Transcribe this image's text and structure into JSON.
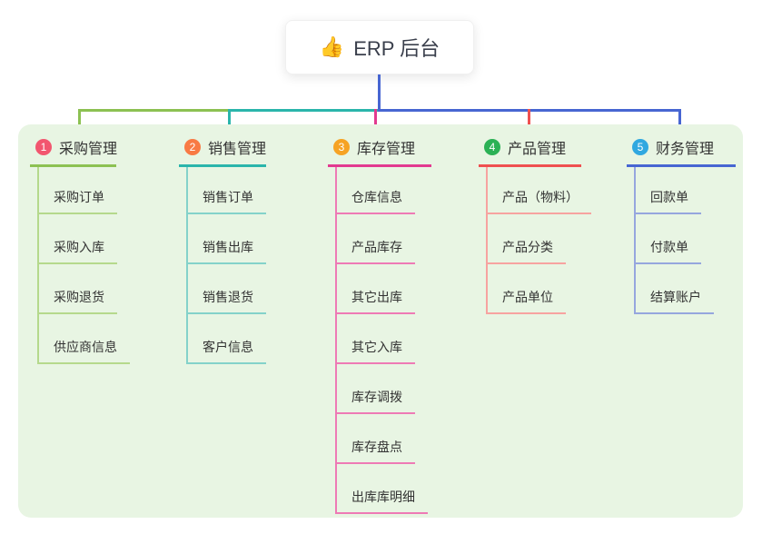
{
  "root": {
    "icon": "👍",
    "label": "ERP 后台"
  },
  "panel_bg": "#e8f5e3",
  "branches": [
    {
      "badge": "1",
      "label": "采购管理",
      "badge_color": "#f2566f",
      "line_color": "#8cc152",
      "child_line_color": "#b5d98c",
      "children": [
        "采购订单",
        "采购入库",
        "采购退货",
        "供应商信息"
      ]
    },
    {
      "badge": "2",
      "label": "销售管理",
      "badge_color": "#f87a44",
      "line_color": "#2ab5ab",
      "child_line_color": "#84d2ca",
      "children": [
        "销售订单",
        "销售出库",
        "销售退货",
        "客户信息"
      ]
    },
    {
      "badge": "3",
      "label": "库存管理",
      "badge_color": "#f6a324",
      "line_color": "#e23a90",
      "child_line_color": "#ee7ab5",
      "children": [
        "仓库信息",
        "产品库存",
        "其它出库",
        "其它入库",
        "库存调拨",
        "库存盘点",
        "出库库明细"
      ]
    },
    {
      "badge": "4",
      "label": "产品管理",
      "badge_color": "#2bb155",
      "line_color": "#ef5050",
      "child_line_color": "#f7a3a0",
      "children": [
        "产品（物料）",
        "产品分类",
        "产品单位"
      ]
    },
    {
      "badge": "5",
      "label": "财务管理",
      "badge_color": "#30a8e0",
      "line_color": "#4766d2",
      "child_line_color": "#96a6de",
      "children": [
        "回款单",
        "付款单",
        "结算账户"
      ]
    }
  ]
}
